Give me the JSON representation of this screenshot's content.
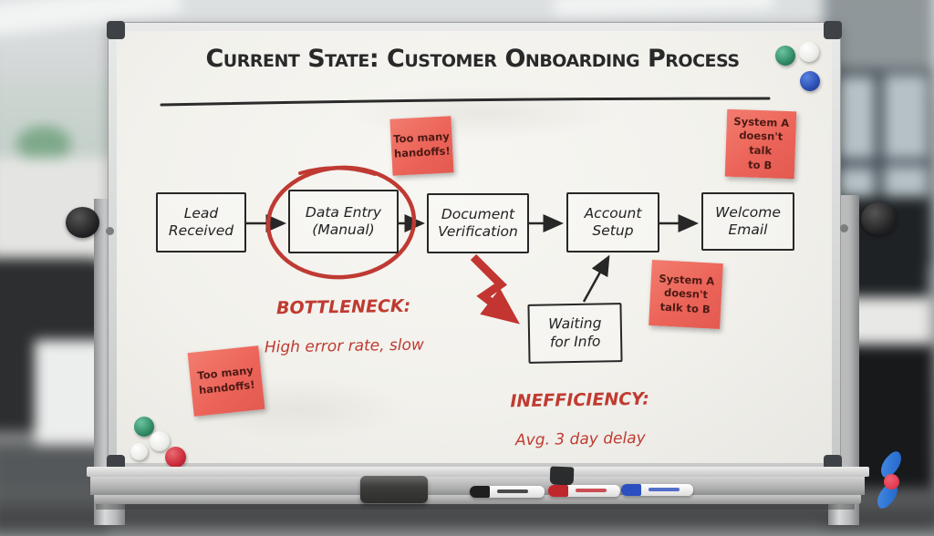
{
  "board": {
    "title": "Current State: Customer Onboarding Process",
    "flow_boxes": [
      {
        "label": "Lead\nReceived"
      },
      {
        "label": "Data Entry\n(Manual)"
      },
      {
        "label": "Document\nVerification"
      },
      {
        "label": "Account\nSetup"
      },
      {
        "label": "Welcome\nEmail"
      }
    ],
    "waiting_box": {
      "label": "Waiting\nfor Info"
    },
    "annotations": {
      "bottleneck_heading": "BOTTLENECK:",
      "bottleneck_detail": "High error rate, slow",
      "inefficiency_heading": "INEFFICIENCY:",
      "inefficiency_detail": "Avg. 3 day delay"
    },
    "sticky_notes": [
      {
        "text": "Too many\nhandoffs!"
      },
      {
        "text": "System A\ndoesn't talk\nto B"
      },
      {
        "text": "System A\ndoesn't\ntalk to B"
      },
      {
        "text": "Too many\nhandoffs!"
      }
    ],
    "magnets": {
      "top_right": [
        "green",
        "white",
        "blue"
      ],
      "bottom_left": [
        "green",
        "white",
        "white",
        "red"
      ]
    },
    "tray_items": [
      "eraser",
      "black marker",
      "red marker",
      "blue marker"
    ],
    "colors": {
      "marker_black": "#272727",
      "marker_red": "#bf3b31",
      "sticky_note": "#ec6459",
      "board_surface": "#f2f1ec",
      "frame_silver": "#c7c8c8",
      "logo_blue": "#2e6fd0",
      "logo_red": "#d92742"
    }
  }
}
